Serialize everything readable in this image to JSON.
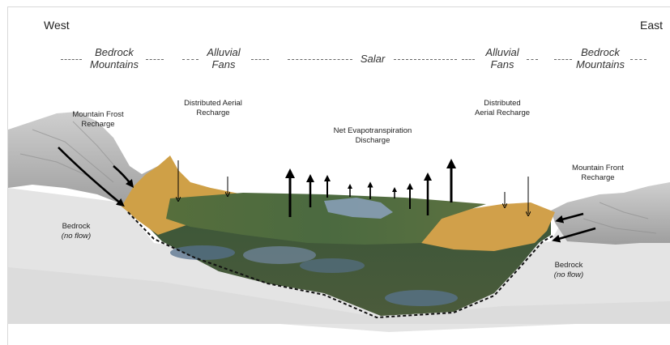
{
  "directions": {
    "west": "West",
    "east": "East"
  },
  "regions": {
    "bedrock_mountains_left": [
      "Bedrock",
      "Mountains"
    ],
    "alluvial_fans_left": [
      "Alluvial",
      "Fans"
    ],
    "salar": "Salar",
    "alluvial_fans_right": [
      "Alluvial",
      "Fans"
    ],
    "bedrock_mountains_right": [
      "Bedrock",
      "Mountains"
    ]
  },
  "annotations": {
    "mountain_front_left": [
      "Mountain Frost",
      "Recharge"
    ],
    "distributed_aerial_left": [
      "Distributed Aerial",
      "Recharge"
    ],
    "net_evapotranspiration": [
      "Net Evapotranspiration",
      "Discharge"
    ],
    "distributed_aerial_right": [
      "Distributed",
      "Aerial Recharge"
    ],
    "mountain_front_right": [
      "Mountain Front",
      "Recharge"
    ],
    "bedrock_left": [
      "Bedrock"
    ],
    "bedrock_left_sub": "(no flow)",
    "bedrock_right": [
      "Bedrock"
    ],
    "bedrock_right_sub": "(no flow)"
  },
  "colors": {
    "bedrock": "#e2e2e2",
    "mountain": "#b9b9b9",
    "alluvial": "#d3a24a",
    "salar_surface": "#4c6b3e",
    "salar_deep": "#2f4a31",
    "brine_pool": "#7f93b0",
    "arrow": "#000000"
  }
}
